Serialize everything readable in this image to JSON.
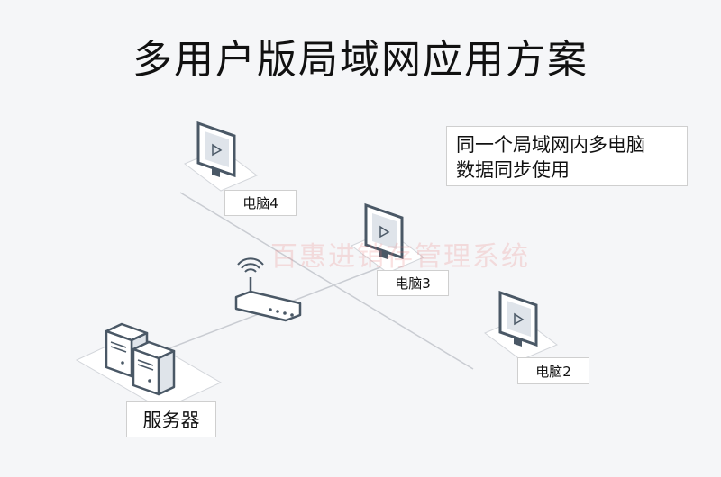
{
  "title": "多用户版局域网应用方案",
  "note": {
    "line1": "同一个局域网内多电脑",
    "line2": "数据同步使用"
  },
  "watermark": "百惠进销存管理系统",
  "nodes": {
    "pc4": "电脑4",
    "pc3": "电脑3",
    "pc2": "电脑2",
    "server": "服务器"
  },
  "icons": {
    "monitor": "monitor-play-icon",
    "router": "wifi-router-icon",
    "server": "server-tower-icon"
  },
  "colors": {
    "background": "#f5f6f8",
    "line": "#c9ccd2",
    "monitor_frame": "#4a5866",
    "screen": "#dfe4ea",
    "device_fill": "#ffffff"
  }
}
